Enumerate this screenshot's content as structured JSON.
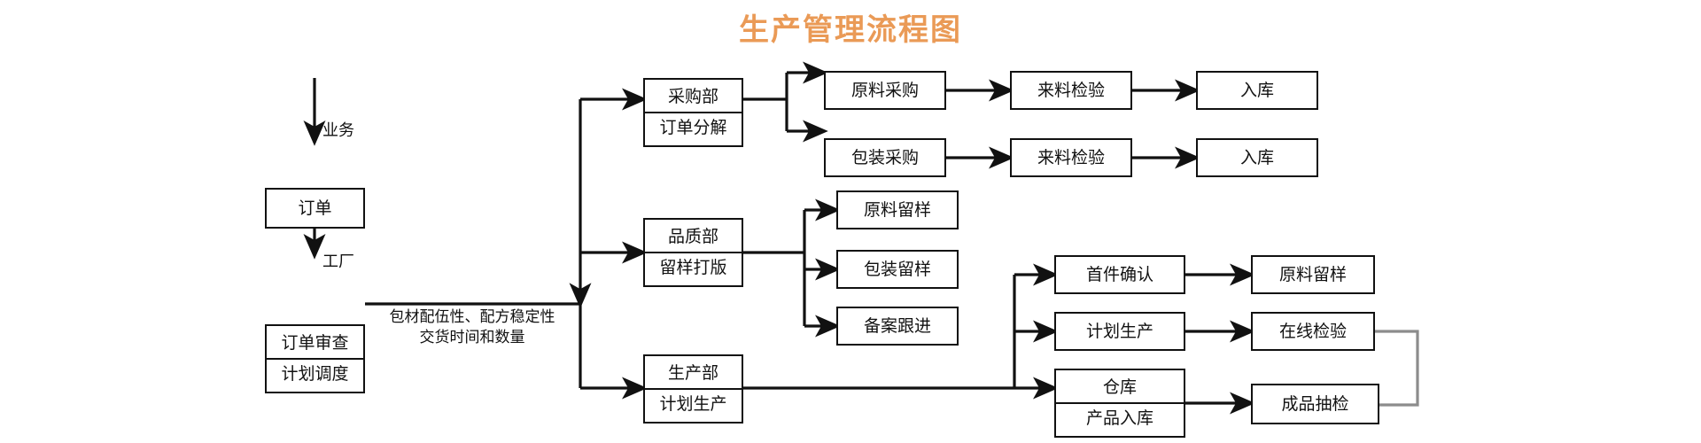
{
  "title": "生产管理流程图",
  "title_color": "#ea9a56",
  "note": "包材配伍性、配方稳定性\n交货时间和数量",
  "edge_labels": {
    "business": "业务",
    "factory": "工厂"
  },
  "nodes": {
    "order": {
      "lines": [
        "订单"
      ]
    },
    "order_review": {
      "lines": [
        "订单审查",
        "计划调度"
      ]
    },
    "purchasing_dept": {
      "lines": [
        "采购部",
        "订单分解"
      ]
    },
    "quality_dept": {
      "lines": [
        "品质部",
        "留样打版"
      ]
    },
    "production_dept": {
      "lines": [
        "生产部",
        "计划生产"
      ]
    },
    "material_purchase": {
      "lines": [
        "原料采购"
      ]
    },
    "material_inspect": {
      "lines": [
        "来料检验"
      ]
    },
    "material_stock": {
      "lines": [
        "入库"
      ]
    },
    "package_purchase": {
      "lines": [
        "包装采购"
      ]
    },
    "package_inspect": {
      "lines": [
        "来料检验"
      ]
    },
    "package_stock": {
      "lines": [
        "入库"
      ]
    },
    "material_sample": {
      "lines": [
        "原料留样"
      ]
    },
    "package_sample": {
      "lines": [
        "包装留样"
      ]
    },
    "record_followup": {
      "lines": [
        "备案跟进"
      ]
    },
    "first_article": {
      "lines": [
        "首件确认"
      ]
    },
    "first_article_sample": {
      "lines": [
        "原料留样"
      ]
    },
    "planned_production": {
      "lines": [
        "计划生产"
      ]
    },
    "online_inspect": {
      "lines": [
        "在线检验"
      ]
    },
    "warehouse": {
      "lines": [
        "仓库",
        "产品入库"
      ]
    },
    "finished_sampling": {
      "lines": [
        "成品抽检"
      ]
    }
  },
  "colors": {
    "stroke": "#111111",
    "feedback_stroke": "#8c8c8c",
    "box_fill": "#ffffff"
  }
}
